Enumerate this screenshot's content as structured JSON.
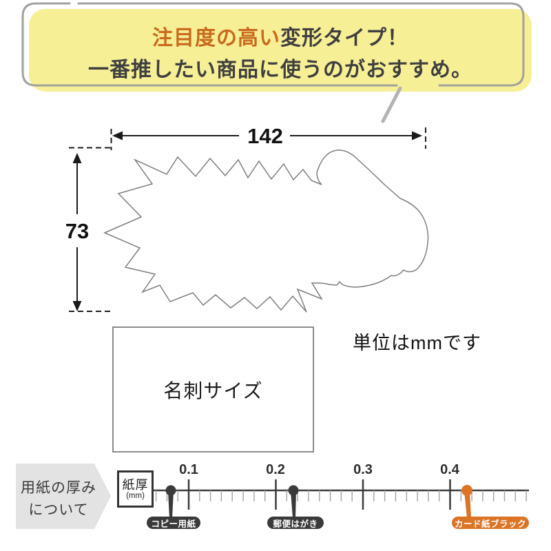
{
  "bubble": {
    "highlight": "注目度の高い",
    "line1_rest": "変形タイプ！",
    "line2": "一番推したい商品に使うのがおすすめ。",
    "bg_color": "#F7EF96",
    "highlight_color": "#C96A1E",
    "text_color": "#3F3F3F"
  },
  "diagram": {
    "shape": "starburst-explosion-outline",
    "width_label": "142",
    "height_label": "73",
    "unit_note": "単位はmmです",
    "card_label": "名刺サイズ"
  },
  "ruler": {
    "intro_line1": "用紙の厚み",
    "intro_line2": "について",
    "axis_label_main": "紙厚",
    "axis_label_sub": "(mm)",
    "unit": "mm",
    "ticks": [
      "0.1",
      "0.2",
      "0.3",
      "0.4"
    ],
    "markers": [
      {
        "label": "コピー用紙",
        "value_mm": 0.08,
        "color": "#3A3A3A"
      },
      {
        "label": "郵便はがき",
        "value_mm": 0.22,
        "color": "#3A3A3A"
      },
      {
        "label": "カード紙ブラック",
        "value_mm": 0.42,
        "color": "#DC7425"
      }
    ],
    "accent_color": "#DC7425",
    "dark_color": "#3A3A3A"
  }
}
